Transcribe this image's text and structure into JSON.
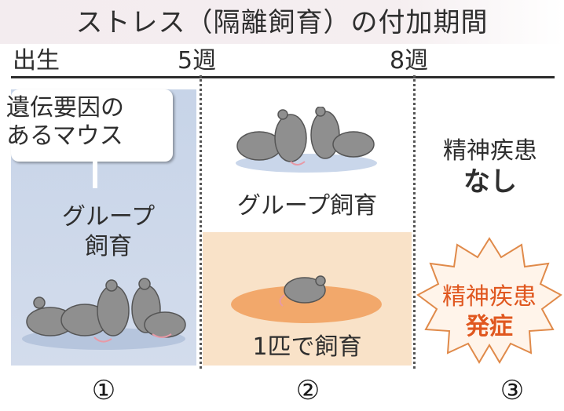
{
  "header": {
    "title": "ストレス（隔離飼育）の付加期間"
  },
  "timeline": {
    "birth": "出生",
    "week5": "5週",
    "week8": "8週"
  },
  "panel1": {
    "callout_line1": "遺伝要因の",
    "callout_line2": "あるマウス",
    "group_line1": "グループ",
    "group_line2": "飼育"
  },
  "panel2": {
    "label": "グループ飼育"
  },
  "panel3": {
    "label": "1匹で飼育"
  },
  "outcome_top": {
    "line1": "精神疾患",
    "line2": "なし"
  },
  "outcome_bottom": {
    "line1": "精神疾患",
    "line2": "発症"
  },
  "markers": [
    "①",
    "②",
    "③"
  ],
  "colors": {
    "panel_blue": "#c9d5e9",
    "panel_orange": "#f9e2c8",
    "burst_text": "#e0571f",
    "mouse_gray": "#8e8e8e"
  }
}
